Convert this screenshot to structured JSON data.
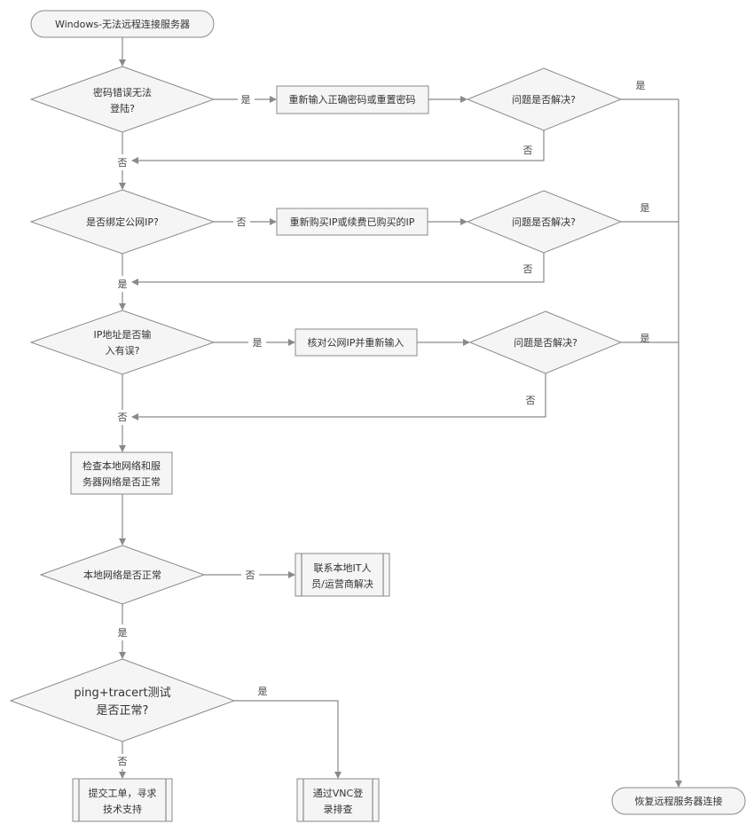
{
  "start": "Windows-无法远程连接服务器",
  "end": "恢复远程服务器连接",
  "q1": {
    "line1": "密码错误无法",
    "line2": "登陆?",
    "yes": "是",
    "no": "否",
    "action": "重新输入正确密码或重置密码",
    "check": "问题是否解决?",
    "check_yes": "是",
    "check_no": "否"
  },
  "q2": {
    "text": "是否绑定公网IP?",
    "yes": "是",
    "no": "否",
    "action": "重新购买IP或续费已购买的IP",
    "check": "问题是否解决?",
    "check_yes": "是",
    "check_no": "否"
  },
  "q3": {
    "line1": "IP地址是否输",
    "line2": "入有误?",
    "yes": "是",
    "no": "否",
    "action": "核对公网IP并重新输入",
    "check": "问题是否解决?",
    "check_yes": "是",
    "check_no": "否"
  },
  "check_network": {
    "line1": "检查本地网络和服",
    "line2": "务器网络是否正常"
  },
  "q4": {
    "text": "本地网络是否正常",
    "no": "否",
    "yes": "是",
    "action_line1": "联系本地IT人",
    "action_line2": "员/运营商解决"
  },
  "q5": {
    "line1": "ping+tracert测试",
    "line2": "是否正常?",
    "yes": "是",
    "no": "否",
    "yes_line1": "通过VNC登",
    "yes_line2": "录排查",
    "no_line1": "提交工单，寻求",
    "no_line2": "技术支持"
  }
}
